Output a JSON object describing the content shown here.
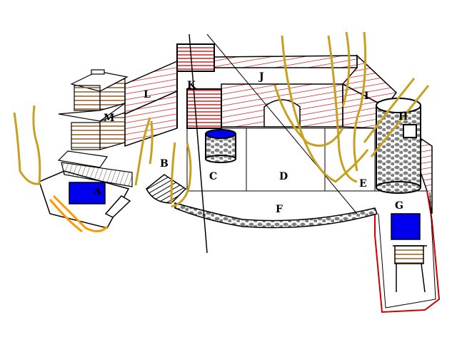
{
  "diagram": {
    "labels": {
      "A": "A",
      "B": "B",
      "C": "C",
      "D": "D",
      "E": "E",
      "F": "F",
      "G": "G",
      "H": "H",
      "I": "I",
      "J": "J",
      "K": "K",
      "L": "L",
      "M": "M"
    },
    "colors": {
      "wall_hatch": "#cc0000",
      "wood": "#8b5a2b",
      "water": "#0000ee",
      "stone": "#808080",
      "tree": "#c8a020",
      "path": "#ff9900",
      "grass_hatch": "#2e5e2e"
    }
  }
}
